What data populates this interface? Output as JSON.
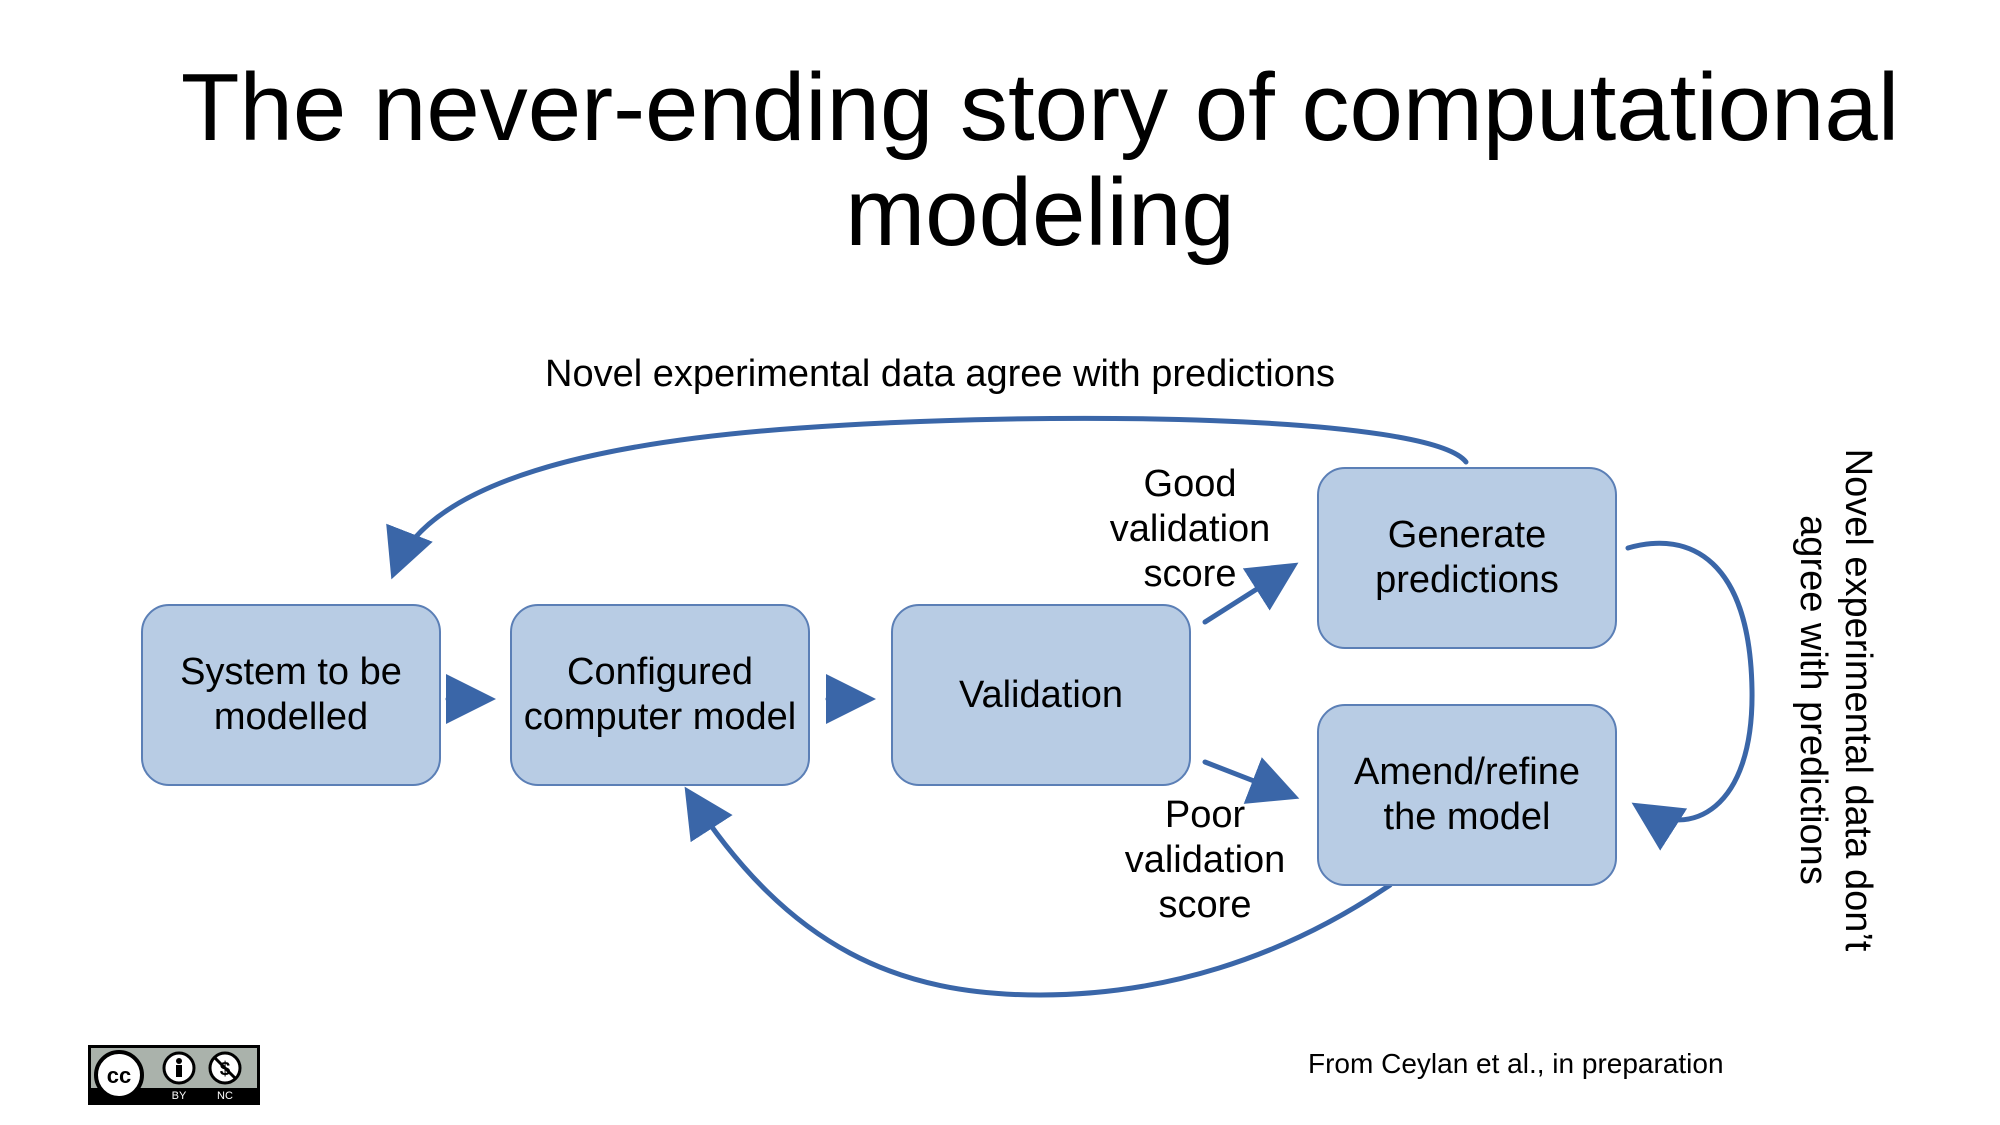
{
  "title": {
    "line1": "The never-ending story of computational",
    "line2": "modeling"
  },
  "boxes": {
    "system": {
      "line1": "System to be",
      "line2": "modelled"
    },
    "configured": {
      "line1": "Configured",
      "line2": "computer model"
    },
    "validation": {
      "line1": "Validation"
    },
    "generate": {
      "line1": "Generate",
      "line2": "predictions"
    },
    "amend": {
      "line1": "Amend/refine",
      "line2": "the model"
    }
  },
  "labels": {
    "top": "Novel experimental data agree with predictions",
    "good": {
      "line1": "Good",
      "line2": "validation",
      "line3": "score"
    },
    "poor": {
      "line1": "Poor",
      "line2": "validation",
      "line3": "score"
    },
    "side": {
      "line1": "Novel experimental data don’t",
      "line2": "agree with predictions"
    }
  },
  "footer": {
    "source": "From Ceylan et al., in preparation",
    "license_by": "BY",
    "license_nc": "NC"
  },
  "colors": {
    "box_fill": "#b8cce4",
    "box_border": "#5b7fb6",
    "arrow": "#3a66a8"
  },
  "icons": {
    "license": "creative-commons-by-nc-icon"
  }
}
